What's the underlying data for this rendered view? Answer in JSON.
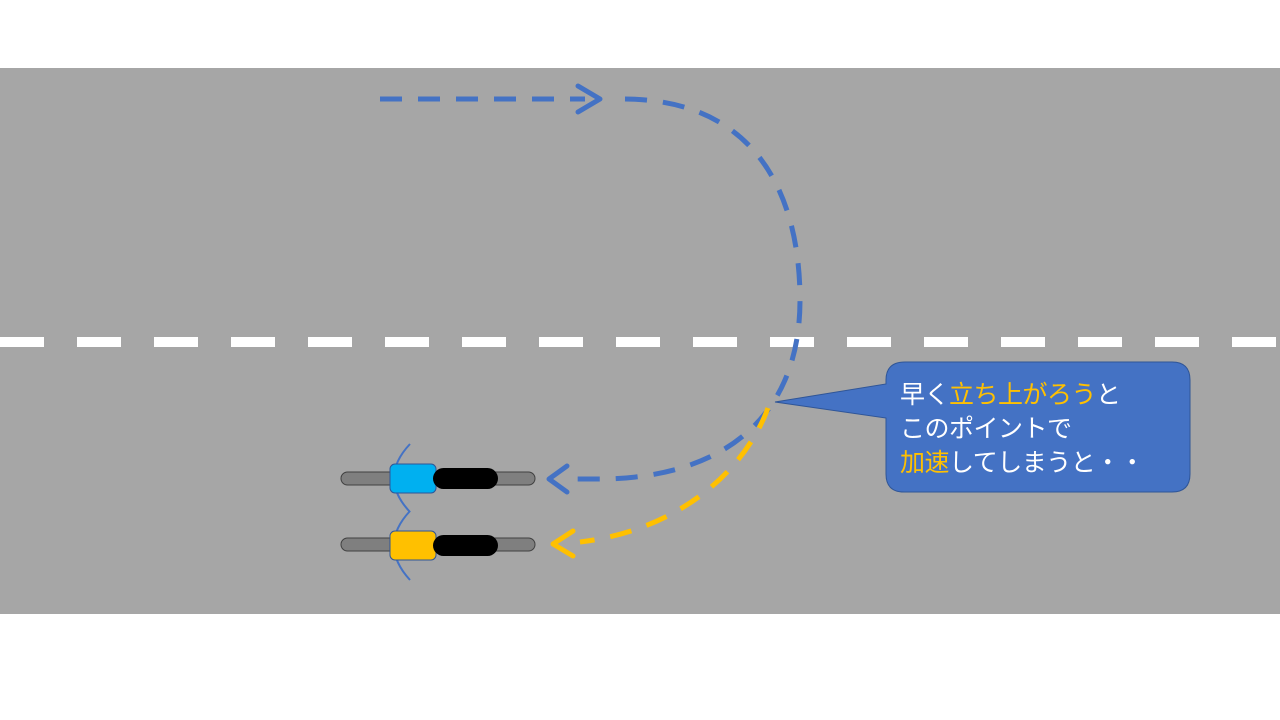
{
  "colors": {
    "background": "#ffffff",
    "road": "#A6A6A6",
    "lane_marking": "#ffffff",
    "blue_path": "#4472C4",
    "yellow_path": "#FFC000",
    "callout_fill": "#4472C4",
    "callout_border": "#2F5597",
    "blue_rider": "#00B0F0",
    "yellow_rider": "#FFC000",
    "tire": "#000000",
    "handlebar": "#7F7F7F"
  },
  "callout": {
    "line1": [
      {
        "text": "早く",
        "highlight": false
      },
      {
        "text": "立ち上がろう",
        "highlight": true
      },
      {
        "text": "と",
        "highlight": false
      }
    ],
    "line2": [
      {
        "text": "このポイントで",
        "highlight": false
      }
    ],
    "line3": [
      {
        "text": "加速",
        "highlight": true
      },
      {
        "text": "してしまうと・・",
        "highlight": false
      }
    ]
  }
}
